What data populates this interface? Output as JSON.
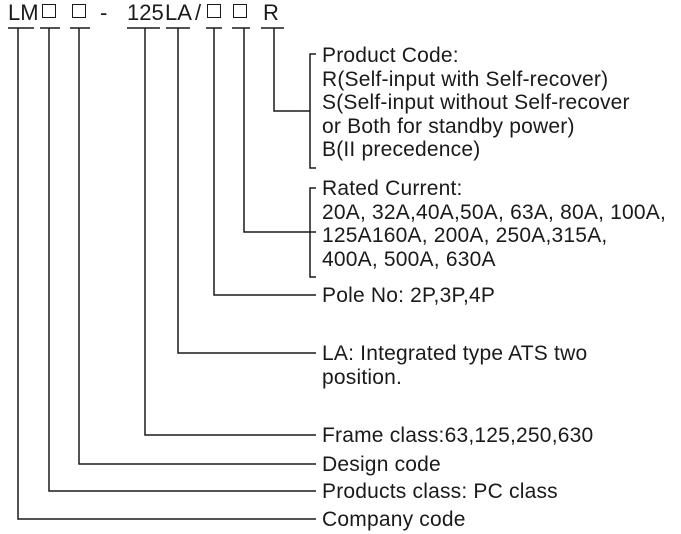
{
  "model_code": {
    "prefix": "LM",
    "dash": "-",
    "current": "125",
    "type": "LA",
    "slash": "/",
    "suffix": "R"
  },
  "descriptions": {
    "product_code": [
      "Product Code:",
      "R(Self-input with Self-recover)",
      "S(Self-input without Self-recover",
      "or Both for standby power)",
      "B(II precedence)"
    ],
    "rated_current": [
      "Rated Current:",
      "20A, 32A,40A,50A, 63A, 80A, 100A,",
      "125A160A, 200A, 250A,315A,",
      "400A, 500A, 630A"
    ],
    "pole_no": "Pole No: 2P,3P,4P",
    "la": [
      "LA: Integrated type ATS two",
      "position."
    ],
    "frame_class": "Frame class:63,125,250,630",
    "design_code": "Design code",
    "products_class": "Products class: PC class",
    "company_code": "Company code"
  }
}
